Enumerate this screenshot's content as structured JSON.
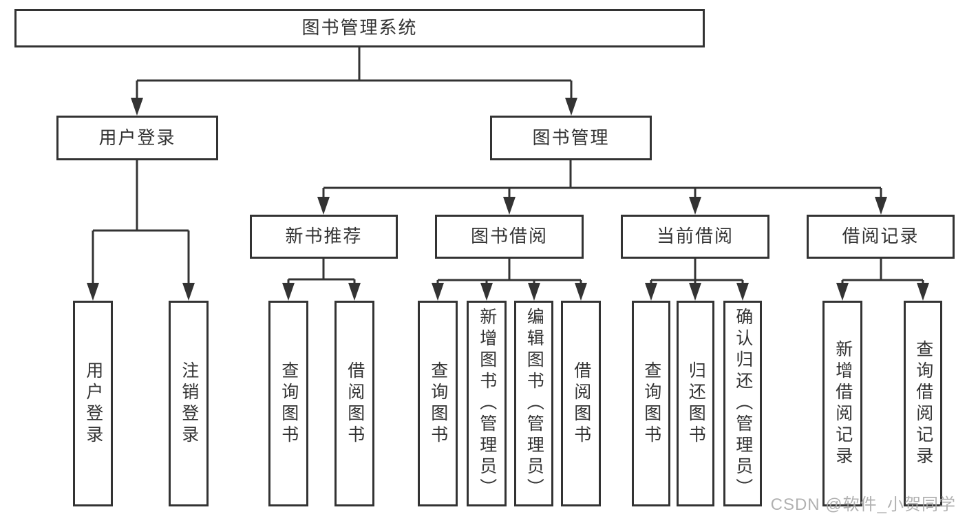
{
  "diagram_type": "hierarchy-chart",
  "colors": {
    "line": "#333333",
    "box_border": "#333333",
    "text": "#333333",
    "background": "#ffffff",
    "watermark": "#a8a8a8"
  },
  "tree": {
    "label": "图书管理系统",
    "children": [
      {
        "label": "用户登录",
        "children": [
          {
            "label": "用户登录"
          },
          {
            "label": "注销登录"
          }
        ]
      },
      {
        "label": "图书管理",
        "children": [
          {
            "label": "新书推荐",
            "children": [
              {
                "label": "查询图书"
              },
              {
                "label": "借阅图书"
              }
            ]
          },
          {
            "label": "图书借阅",
            "children": [
              {
                "label": "查询图书"
              },
              {
                "label": "新增图书（管理员）"
              },
              {
                "label": "编辑图书（管理员）"
              },
              {
                "label": "借阅图书"
              }
            ]
          },
          {
            "label": "当前借阅",
            "children": [
              {
                "label": "查询图书"
              },
              {
                "label": "归还图书"
              },
              {
                "label": "确认归还（管理员）"
              }
            ]
          },
          {
            "label": "借阅记录",
            "children": [
              {
                "label": "新增借阅记录"
              },
              {
                "label": "查询借阅记录"
              }
            ]
          }
        ]
      }
    ]
  },
  "watermark": "CSDN @软件_小贺同学"
}
